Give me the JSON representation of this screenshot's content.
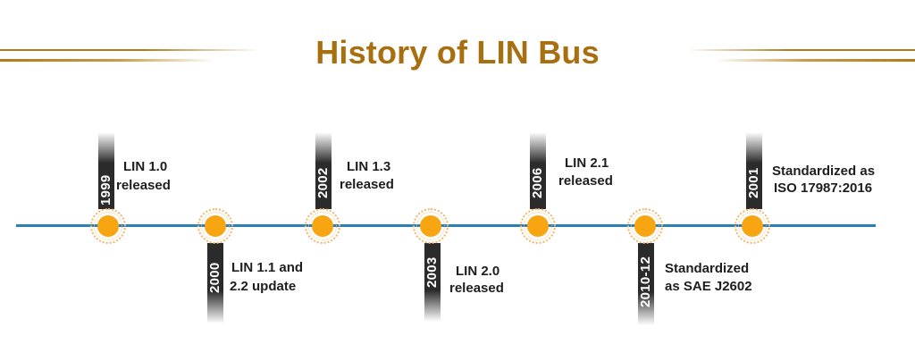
{
  "title": "History of LIN Bus",
  "colors": {
    "title": "#a86f11",
    "line": "#2b7fb8",
    "dot": "#f7a611",
    "bar": "#2b2b2b"
  },
  "events": [
    {
      "year": "1999",
      "line1": "LIN 1.0",
      "line2": "released"
    },
    {
      "year": "2000",
      "line1": "LIN 1.1 and",
      "line2": "2.2 update"
    },
    {
      "year": "2002",
      "line1": "LIN 1.3",
      "line2": "released"
    },
    {
      "year": "2003",
      "line1": "LIN 2.0",
      "line2": "released"
    },
    {
      "year": "2006",
      "line1": "LIN 2.1",
      "line2": "released"
    },
    {
      "year": "2010-12",
      "line1": "Standardized",
      "line2": "as SAE J2602"
    },
    {
      "year": "2001",
      "line1": "Standardized as",
      "line2": "ISO  17987:2016"
    }
  ]
}
